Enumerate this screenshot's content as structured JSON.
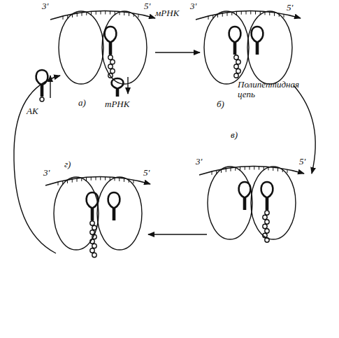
{
  "diagram": {
    "labels": [
      "3'",
      "5'",
      "мРНК",
      "АК",
      "тРНК",
      "а)",
      "3'",
      "5'",
      "б)",
      "Полипептидная цепь",
      "в)",
      "3'",
      "5'",
      "г)",
      "3'",
      "5'"
    ]
  }
}
